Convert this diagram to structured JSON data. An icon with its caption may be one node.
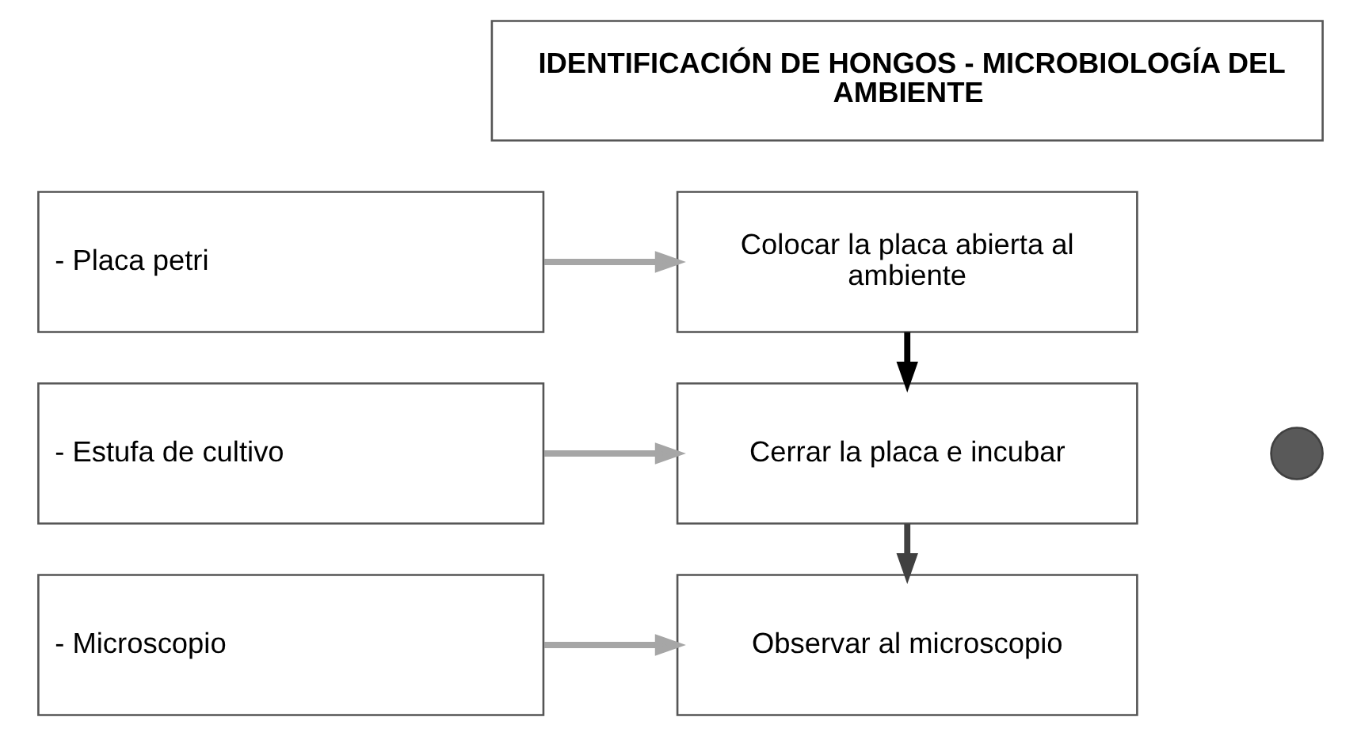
{
  "diagram": {
    "nodes": [
      {
        "text": [
          "IDENTIFICACIÓN DE HONGOS - MICROBIOLOGÍA DEL AMBIENTE"
        ]
      },
      {
        "text": [
          "- Placa petri"
        ]
      },
      {
        "text": [
          "Colocar la placa abierta al ambiente"
        ]
      },
      {
        "text": [
          "- Estufa de cultivo"
        ]
      },
      {
        "text": [
          "Cerrar la placa e incubar"
        ]
      },
      {
        "text": [
          "- Microscopio"
        ]
      },
      {
        "text": [
          "Observar al microscopio"
        ]
      },
      {
        "text": [],
        "shape": "circle"
      }
    ],
    "edges": [
      {
        "from": 1,
        "to": 2,
        "arrow": "to"
      },
      {
        "from": 2,
        "to": 4,
        "arrow": "to",
        "color": "#000000"
      },
      {
        "from": 3,
        "to": 4,
        "arrow": "to"
      },
      {
        "from": 4,
        "to": 6,
        "arrow": "to",
        "color": "#404040"
      },
      {
        "from": 5,
        "to": 6,
        "arrow": "to"
      }
    ]
  }
}
